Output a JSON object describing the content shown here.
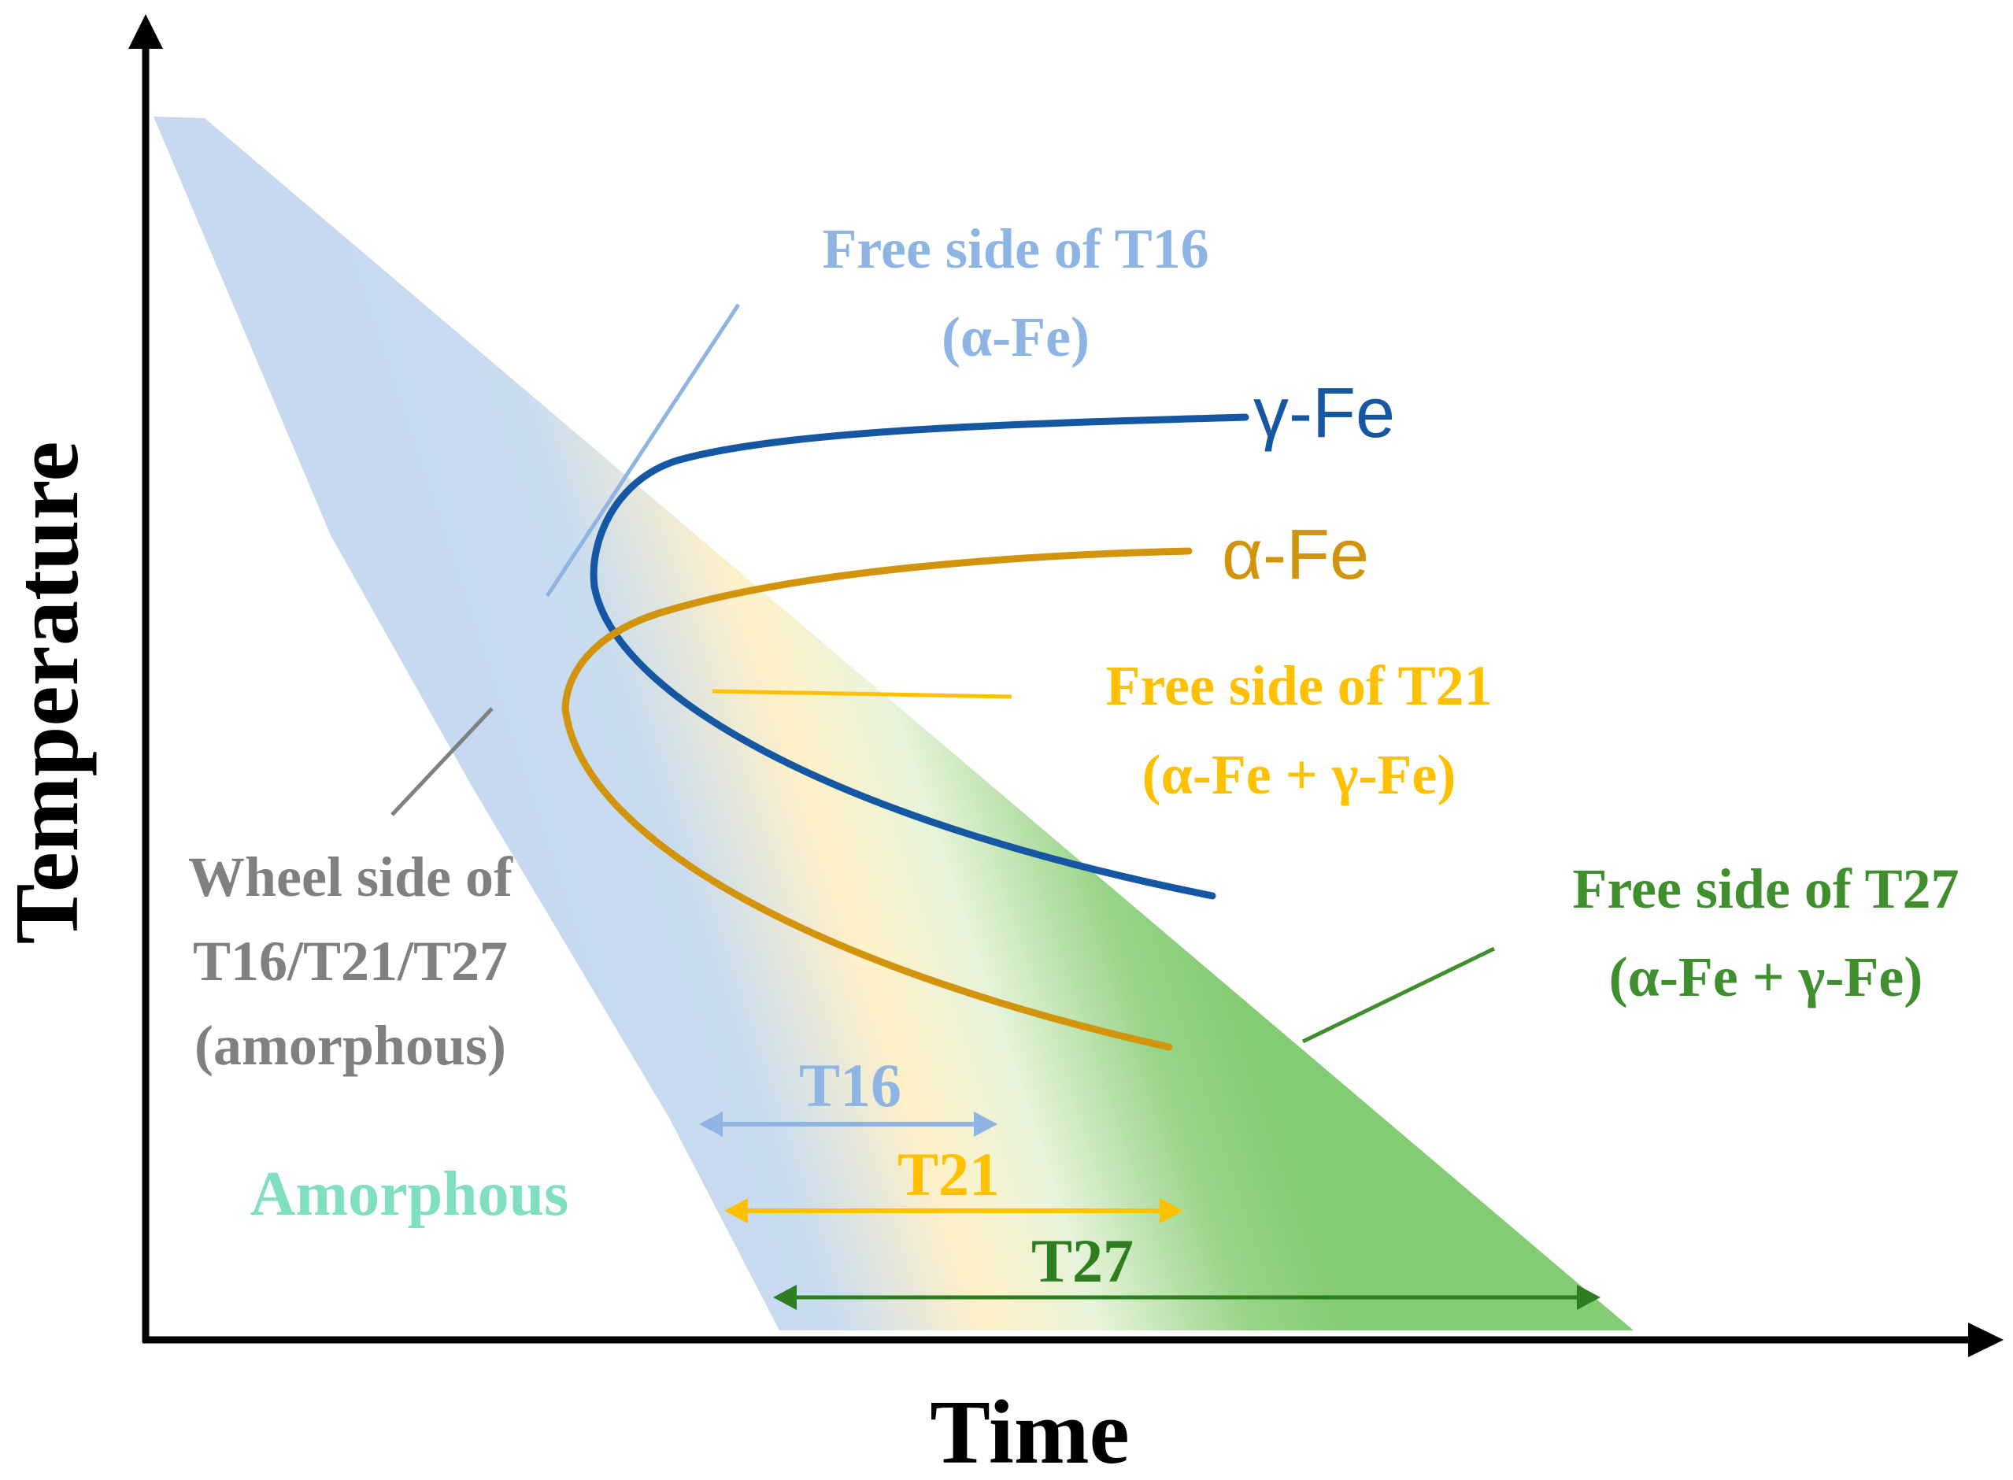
{
  "axes": {
    "x_label": "Time",
    "y_label": "Temperature"
  },
  "curves": {
    "gamma": {
      "label": "γ-Fe",
      "color": "#1557a3"
    },
    "alpha": {
      "label": "α-Fe",
      "color": "#d2940c"
    }
  },
  "annotations": {
    "t16_free": {
      "line1": "Free side of T16",
      "line2": "(α-Fe)",
      "color": "#8db4e2"
    },
    "t21_free": {
      "line1": "Free side of T21",
      "line2": "(α-Fe + γ-Fe)",
      "color": "#ffc000"
    },
    "t27_free": {
      "line1": "Free side of T27",
      "line2": "(α-Fe + γ-Fe)",
      "color": "#3f8f2e"
    },
    "wheel": {
      "line1": "Wheel side of",
      "line2": "T16/T21/T27",
      "line3": "(amorphous)",
      "color": "#808080"
    }
  },
  "region_labels": {
    "amorphous": {
      "label": "Amorphous",
      "color": "#7fdfbf"
    }
  },
  "ranges": {
    "t16": {
      "label": "T16",
      "color": "#8db4e2"
    },
    "t21": {
      "label": "T21",
      "color": "#ffc000"
    },
    "t27": {
      "label": "T27",
      "color": "#2e7d20"
    }
  }
}
